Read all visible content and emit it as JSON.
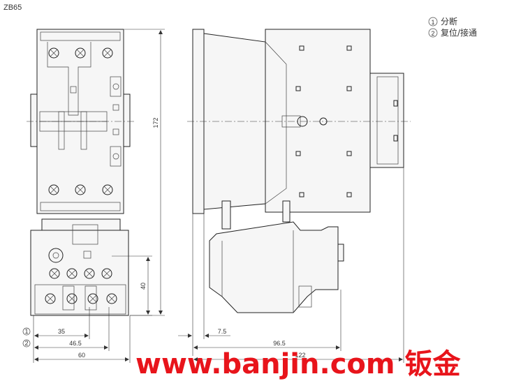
{
  "title": "ZB65",
  "legend": {
    "item1_num": "1",
    "item1_text": "分断",
    "item2_num": "2",
    "item2_text": "复位/接通"
  },
  "dimensions": {
    "height_total": "172",
    "height_lower": "40",
    "width_35": "35",
    "width_46_5": "46.5",
    "width_60": "60",
    "offset_7_5": "7.5",
    "depth_96_5": "96.5",
    "depth_122": "122"
  },
  "row_markers": {
    "m1": "1",
    "m2": "2"
  },
  "watermark": "www.banjin.com 钣金"
}
